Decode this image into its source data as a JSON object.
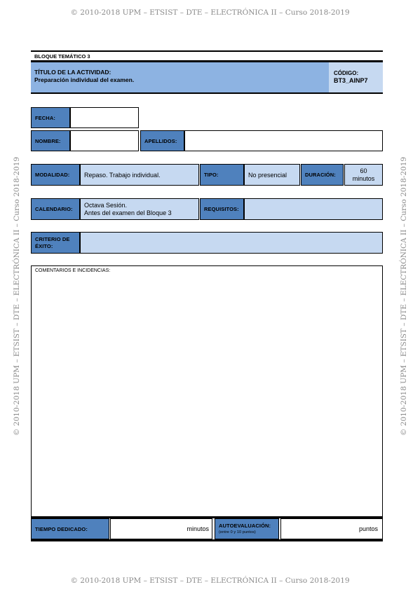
{
  "watermark": "© 2010-2018 UPM – ETSIST – DTE – ELECTRÓNICA II – Curso 2018-2019",
  "bloque": "BLOQUE TEMÁTICO 3",
  "titulo_label": "TÍTULO DE LA ACTIVIDAD:",
  "titulo_value": "Preparación individual del examen.",
  "codigo_label": "CÓDIGO:",
  "codigo_value": "BT3_AINP7",
  "fecha_label": "FECHA:",
  "fecha_value": "",
  "nombre_label": "NOMBRE:",
  "nombre_value": "",
  "apellidos_label": "APELLIDOS:",
  "apellidos_value": "",
  "modalidad_label": "MODALIDAD:",
  "modalidad_value": "Repaso. Trabajo individual.",
  "tipo_label": "TIPO:",
  "tipo_value": "No presencial",
  "duracion_label": "DURACIÓN:",
  "duracion_value_1": "60",
  "duracion_value_2": "minutos",
  "calendario_label": "CALENDARIO:",
  "calendario_value_1": "Octava Sesión.",
  "calendario_value_2": "Antes del examen del Bloque 3",
  "requisitos_label": "REQUISITOS:",
  "requisitos_value": "",
  "criterio_label_1": "CRITERIO DE",
  "criterio_label_2": "ÉXITO:",
  "criterio_value": "",
  "comentarios_label": "COMENTARIOS E INCIDENCIAS:",
  "tiempo_label": "TIEMPO DEDICADO:",
  "tiempo_unit": "minutos",
  "auto_label": "AUTOEVALUACIÓN:",
  "auto_sub": "(entre 0 y 10 puntos)",
  "auto_unit": "puntos",
  "colors": {
    "label_blue": "#4f81bd",
    "field_light": "#c6d9f1",
    "title_blue": "#8db3e2"
  }
}
